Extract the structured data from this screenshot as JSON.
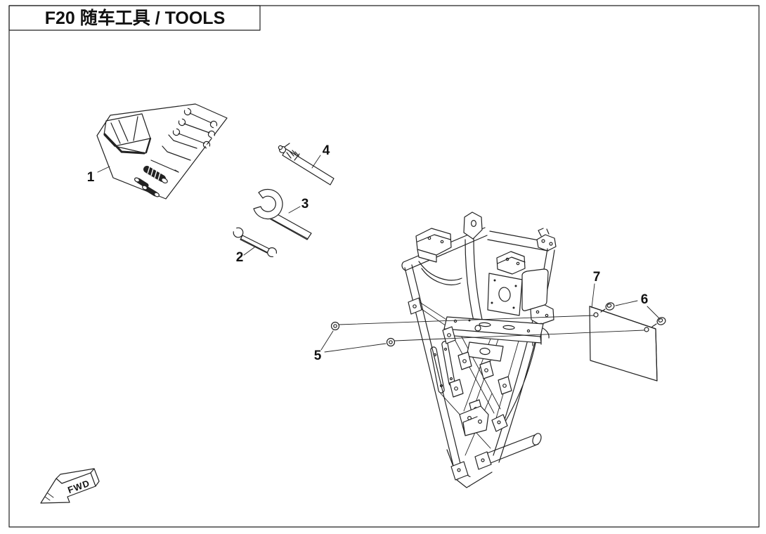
{
  "colors": {
    "background": "#ffffff",
    "line": "#222222",
    "text": "#111111"
  },
  "header": {
    "title": "F20 随车工具 / TOOLS"
  },
  "callouts": [
    {
      "label": "1"
    },
    {
      "label": "2"
    },
    {
      "label": "3"
    },
    {
      "label": "4"
    },
    {
      "label": "5"
    },
    {
      "label": "6"
    },
    {
      "label": "7"
    }
  ],
  "direction_marker": {
    "label": "FWD"
  }
}
